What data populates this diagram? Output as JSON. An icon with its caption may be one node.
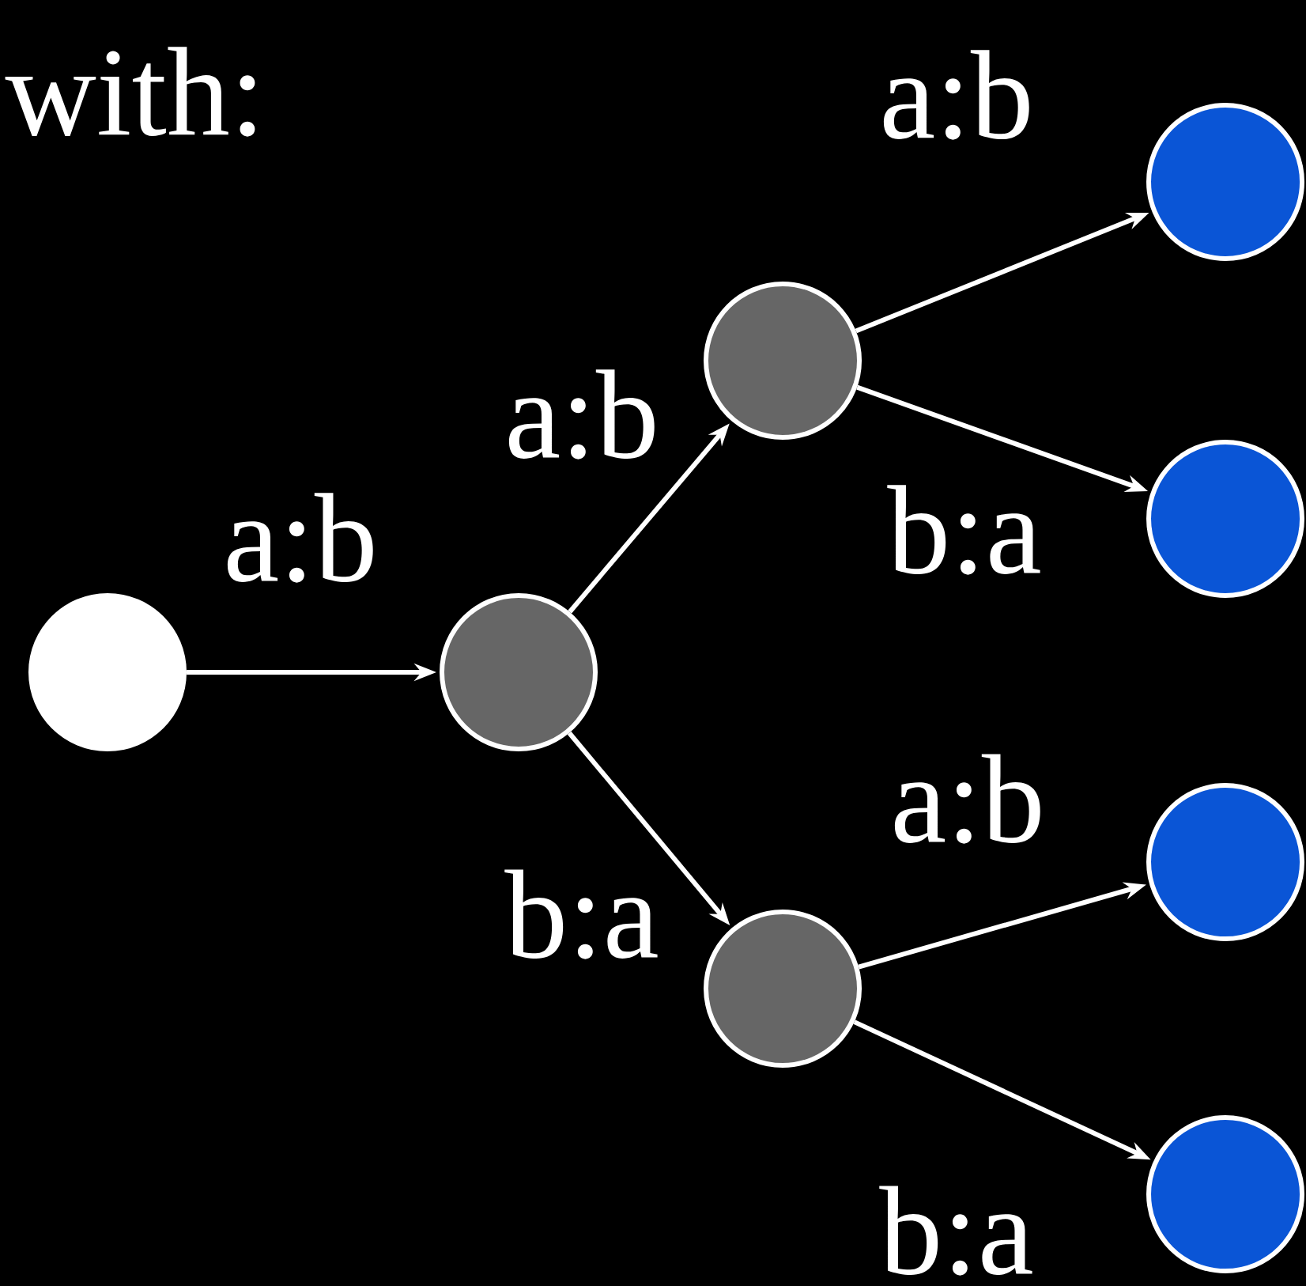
{
  "diagram": {
    "nodes": [
      {
        "text": [],
        "shape": "circle"
      },
      {
        "text": [],
        "shape": "circle"
      },
      {
        "text": [],
        "shape": "circle"
      },
      {
        "text": [],
        "shape": "circle"
      },
      {
        "text": [],
        "shape": "circle"
      },
      {
        "text": [],
        "shape": "circle"
      },
      {
        "text": [],
        "shape": "circle"
      },
      {
        "text": [],
        "shape": "circle"
      }
    ],
    "edges": [
      {
        "from": 0,
        "to": 1,
        "arrow": "to",
        "label": "a:b"
      },
      {
        "from": 1,
        "to": 2,
        "arrow": "to",
        "label": "a:b"
      },
      {
        "from": 1,
        "to": 3,
        "arrow": "to",
        "label": "b:a"
      },
      {
        "from": 2,
        "to": 4,
        "arrow": "to",
        "label": "a:b"
      },
      {
        "from": 2,
        "to": 5,
        "arrow": "to",
        "label": "b:a"
      },
      {
        "from": 3,
        "to": 6,
        "arrow": "to",
        "label": "a:b"
      },
      {
        "from": 3,
        "to": 7,
        "arrow": "to",
        "label": "b:a"
      }
    ],
    "labels": [
      "with:"
    ]
  }
}
